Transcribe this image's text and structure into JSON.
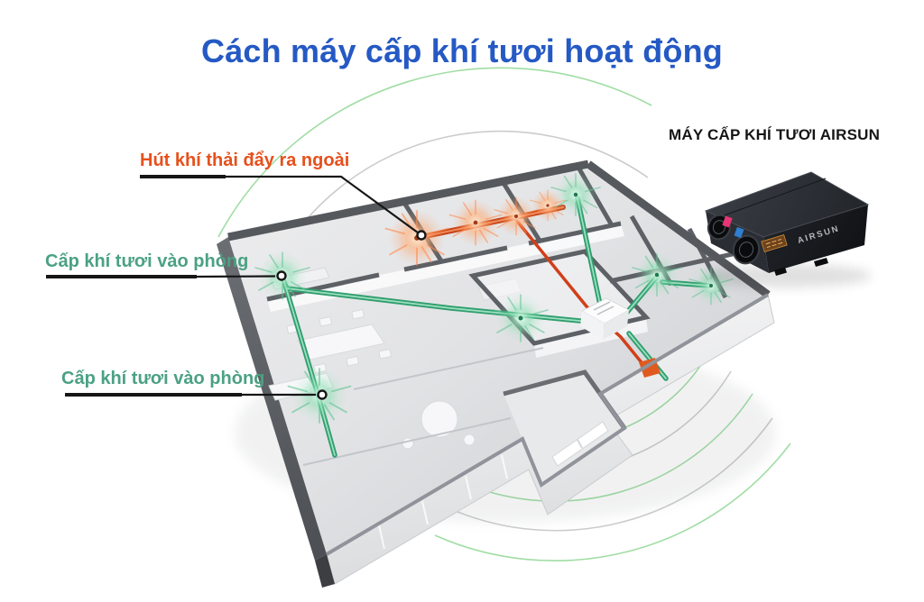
{
  "title": {
    "text": "Cách máy cấp khí tươi hoạt động",
    "color": "#2559c4"
  },
  "callouts": {
    "exhaust": {
      "text": "Hút khí thải đẩy ra ngoài",
      "color": "#e7501c"
    },
    "supply_left": {
      "text": "Cấp khí tươi vào phòng",
      "color": "#4ba183"
    },
    "supply_bottom": {
      "text": "Cấp khí tươi vào phòng",
      "color": "#4ba183"
    }
  },
  "product": {
    "label": "MÁY CẤP KHÍ TƯƠI AIRSUN",
    "brand_on_unit": "AIRSUN"
  },
  "illustration": {
    "colors": {
      "fresh_air_duct": "#2f9e6e",
      "exhaust_duct": "#c64319",
      "ripple_green": "#8fd793",
      "ripple_gray": "#c7c7c7",
      "wall_dark": "#55585d"
    }
  }
}
